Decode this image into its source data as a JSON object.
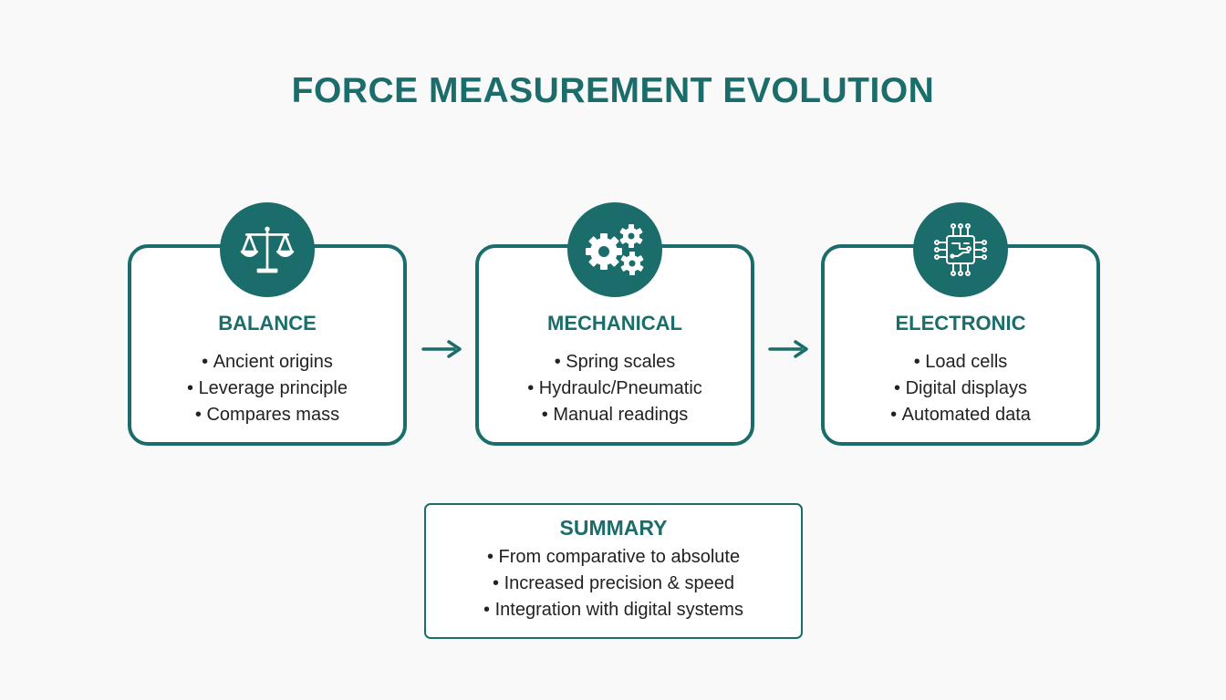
{
  "title": "FORCE MEASUREMENT EVOLUTION",
  "colors": {
    "accent": "#1b6d6b",
    "background": "#f8f9f8",
    "card": "#ffffff",
    "text": "#222222"
  },
  "stages": [
    {
      "name": "BALANCE",
      "icon": "balance-scale-icon",
      "bullets": [
        "Ancient origins",
        "Leverage principle",
        "Compares mass"
      ]
    },
    {
      "name": "MECHANICAL",
      "icon": "gears-icon",
      "bullets": [
        "Spring scales",
        "Hydraulc/Pneumatic",
        "Manual readings"
      ]
    },
    {
      "name": "ELECTRONIC",
      "icon": "microchip-icon",
      "bullets": [
        "Load cells",
        "Digital displays",
        "Automated data"
      ]
    }
  ],
  "connectors": [
    "arrow-right-icon",
    "arrow-right-icon"
  ],
  "summary": {
    "title": "SUMMARY",
    "bullets": [
      "From comparative to absolute",
      "Increased precision & speed",
      "Integration with digital systems"
    ]
  }
}
